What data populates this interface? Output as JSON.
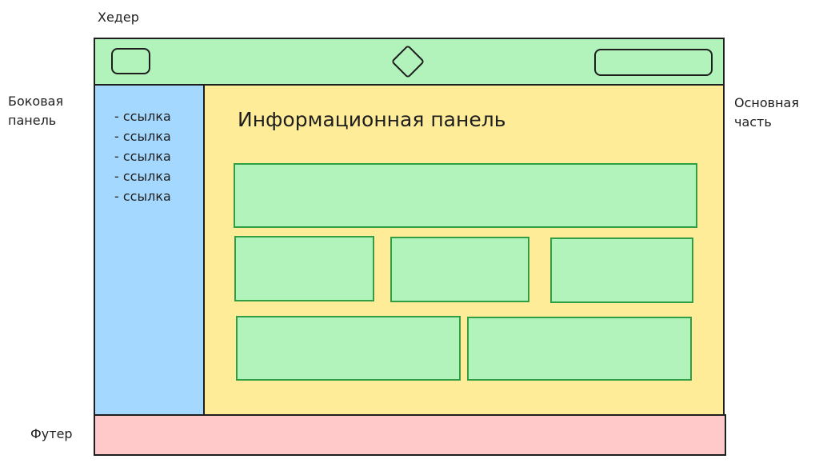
{
  "labels": {
    "header": "Хедер",
    "sidebar": "Боковая\nпанель",
    "main": "Основная\nчасть",
    "footer": "Футер"
  },
  "sidebar": {
    "links": [
      "- ссылка",
      "- ссылка",
      "- ссылка",
      "- ссылка",
      "- ссылка"
    ]
  },
  "main": {
    "title": "Информационная панель"
  },
  "colors": {
    "header_fill": "#b2f2bb",
    "sidebar_fill": "#a5d8ff",
    "main_fill": "#ffec99",
    "footer_fill": "#ffc9c9",
    "card_fill": "#b2f2bb",
    "card_stroke": "#2f9e44",
    "stroke": "#1e1e1e"
  },
  "icons": {
    "header_center": "diamond-logo-icon"
  }
}
